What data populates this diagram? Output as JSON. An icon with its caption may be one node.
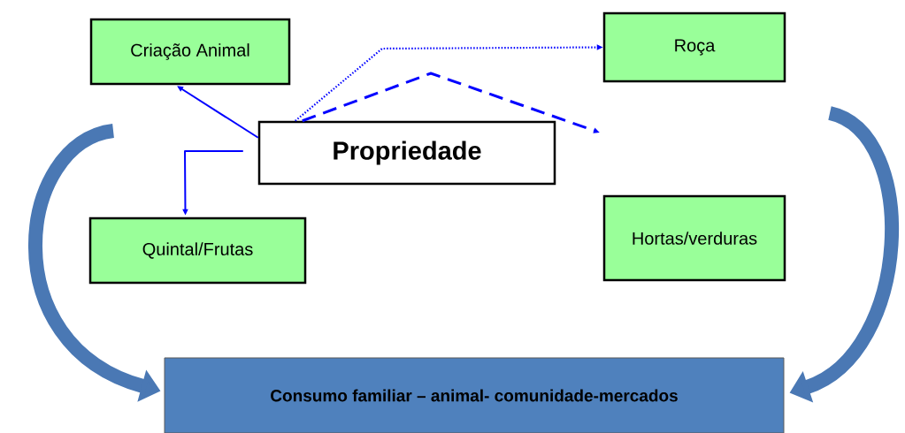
{
  "diagram": {
    "nodes": [
      {
        "text": [
          "Criação Animal"
        ]
      },
      {
        "text": [
          "Roça"
        ]
      },
      {
        "text": [
          "Propriedade"
        ]
      },
      {
        "text": [
          "Quintal/Frutas"
        ]
      },
      {
        "text": [
          "Hortas/verduras"
        ]
      },
      {
        "text": [
          "Consumo familiar – animal-  comunidade-mercados"
        ]
      }
    ],
    "edges": [
      {
        "from": 2,
        "to": 0,
        "arrow": "to"
      },
      {
        "from": 2,
        "to": 1,
        "arrow": "to",
        "style": "dashed"
      },
      {
        "from": 2,
        "to": 3,
        "arrow": "to"
      },
      {
        "from": 2,
        "to": null,
        "arrow": "to",
        "style": "dashed"
      },
      {
        "from": null,
        "to": 5,
        "arrow": "to",
        "style": "thick",
        "color": "#4a78b4"
      },
      {
        "from": null,
        "to": 5,
        "arrow": "to",
        "style": "thick",
        "color": "#4a78b4"
      }
    ]
  }
}
